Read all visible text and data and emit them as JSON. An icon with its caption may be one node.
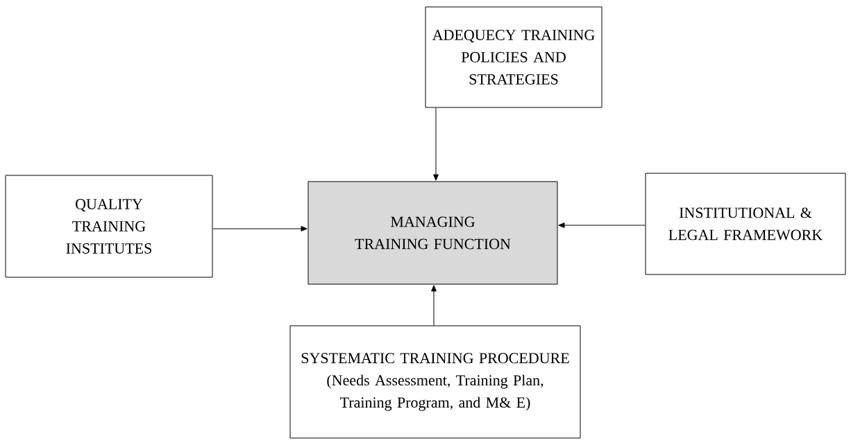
{
  "diagram": {
    "nodes": [
      {
        "text": [
          "ADEQUECY TRAINING POLICIES AND STRATEGIES"
        ]
      },
      {
        "text": [
          "QUALITY TRAINING INSTITUTES"
        ]
      },
      {
        "text": [
          "MANAGING TRAINING FUNCTION"
        ]
      },
      {
        "text": [
          "INSTITUTIONAL & LEGAL FRAMEWORK"
        ]
      },
      {
        "text": [
          "SYSTEMATIC TRAINING PROCEDURE (Needs Assessment, Training Plan, Training Program, and M& E)"
        ]
      }
    ],
    "edges": [
      {
        "from": 0,
        "to": 2,
        "arrow": "to"
      },
      {
        "from": 1,
        "to": 2,
        "arrow": "to"
      },
      {
        "from": 3,
        "to": 2,
        "arrow": "to"
      },
      {
        "from": 4,
        "to": 2,
        "arrow": "to"
      }
    ]
  }
}
